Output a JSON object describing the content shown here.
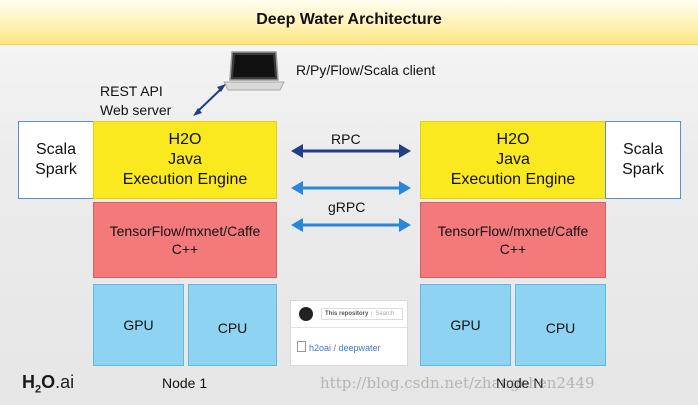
{
  "title": "Deep Water Architecture",
  "client_label": "R/Py/Flow/Scala client",
  "rest_api": {
    "line1": "REST API",
    "line2": "Web server"
  },
  "links": {
    "rpc": "RPC",
    "grpc": "gRPC"
  },
  "nodes": [
    {
      "spark": {
        "line1": "Scala",
        "line2": "Spark"
      },
      "engine": {
        "line1": "H2O",
        "line2": "Java",
        "line3": "Execution Engine"
      },
      "dl": {
        "line1": "TensorFlow/mxnet/Caffe",
        "line2": "C++"
      },
      "gpu": "GPU",
      "cpu": "CPU",
      "label": "Node 1"
    },
    {
      "spark": {
        "line1": "Scala",
        "line2": "Spark"
      },
      "engine": {
        "line1": "H2O",
        "line2": "Java",
        "line3": "Execution Engine"
      },
      "dl": {
        "line1": "TensorFlow/mxnet/Caffe",
        "line2": "C++"
      },
      "gpu": "GPU",
      "cpu": "CPU",
      "label": "Node N"
    }
  ],
  "github": {
    "search_scope": "This repository",
    "search_placeholder": "Search",
    "repo": "h2oai / deepwater"
  },
  "logo": {
    "main": "H",
    "sub": "2",
    "o": "O",
    "ai": ".ai"
  },
  "watermark": "http://blog.csdn.net/zhangchen2449",
  "colors": {
    "engine": "#fbe920",
    "dl": "#f4797b",
    "hardware": "#8fd3f3",
    "arrow_rpc": "#1f3f86",
    "arrow_grpc": "#2a86d8"
  }
}
